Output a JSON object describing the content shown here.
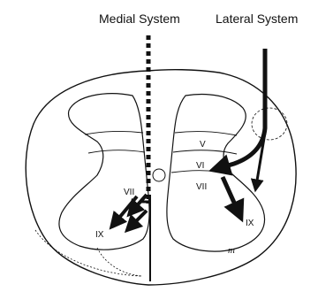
{
  "labels": {
    "medial_system": "Medial System",
    "lateral_system": "Lateral System",
    "lamina_v": "V",
    "lamina_vi": "VI",
    "lamina_vii_left": "VII",
    "lamina_vii_right": "VII",
    "lamina_ix_left": "IX",
    "lamina_ix_right": "IX",
    "corner_mark": "m"
  },
  "colors": {
    "stroke": "#111111",
    "fill": "#ffffff"
  }
}
